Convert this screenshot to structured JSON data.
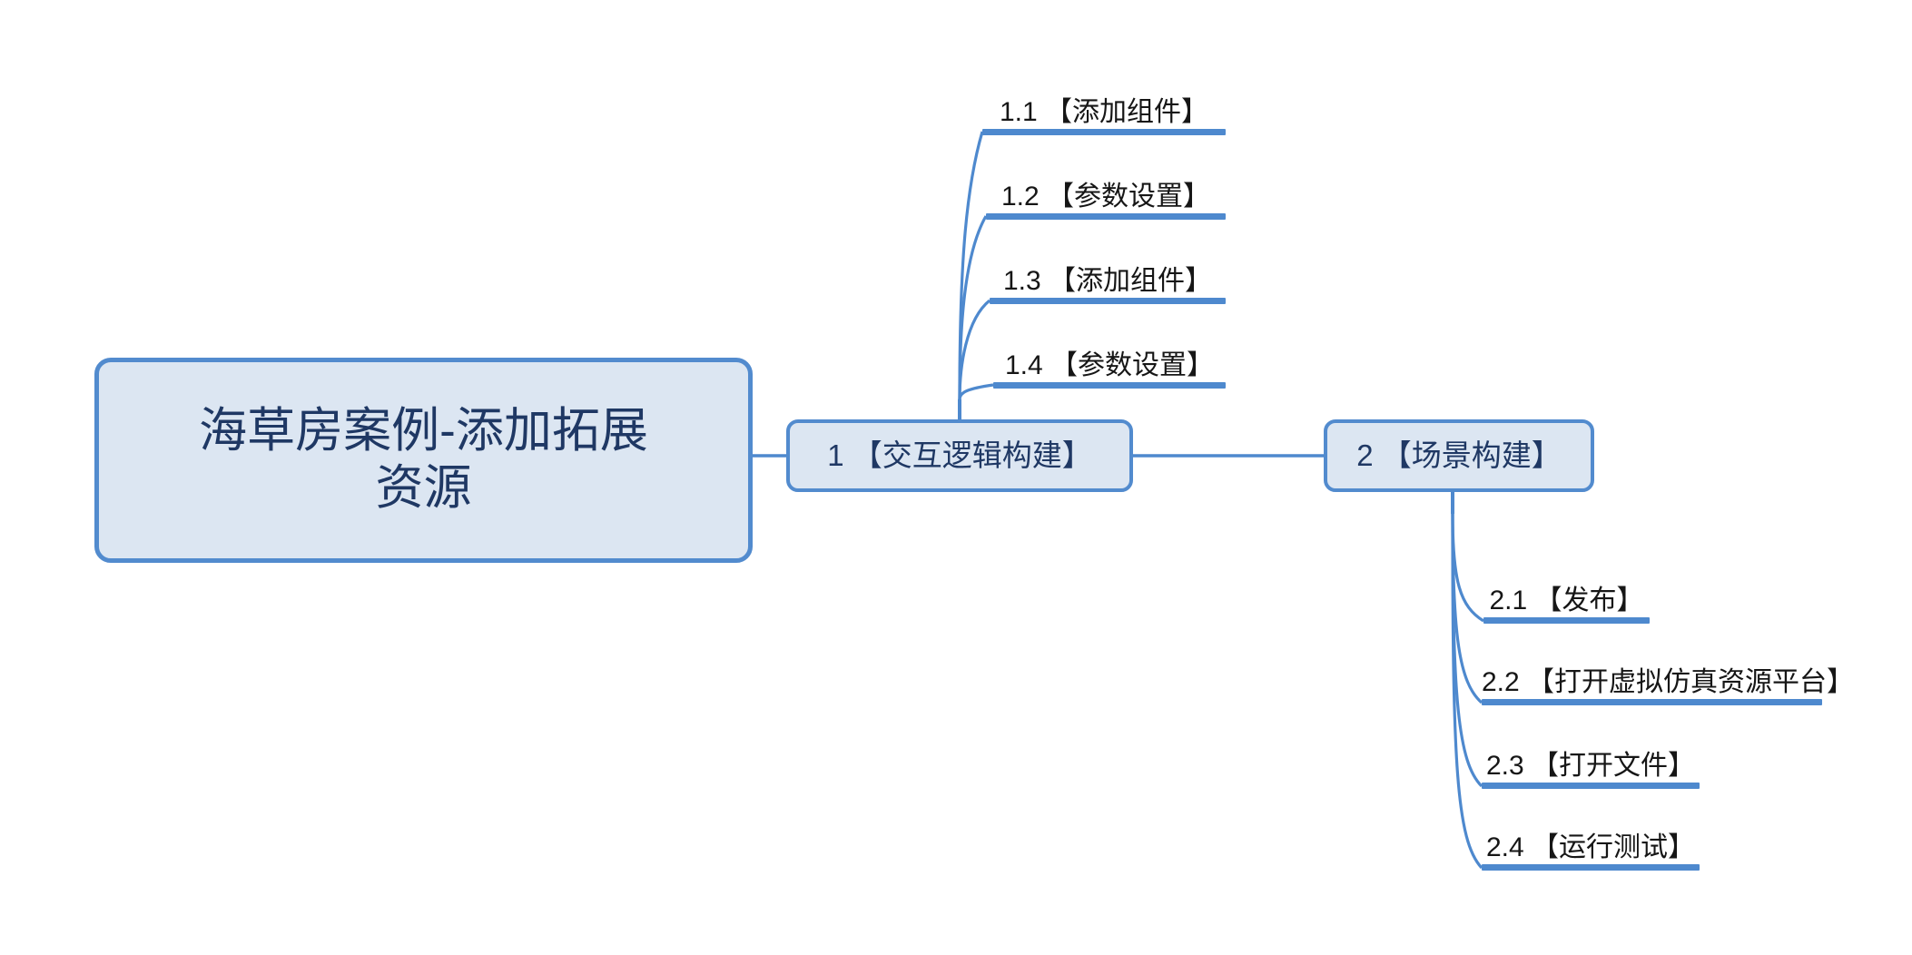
{
  "diagram": {
    "type": "mindmap",
    "title": "海草房案例-添加拓展资源",
    "background_color": "#ffffff",
    "colors": {
      "node_fill": "#dce6f2",
      "node_border": "#528bce",
      "node_text": "#1f3864",
      "leaf_text": "#161616",
      "leaf_underline": "#4e89ce",
      "connector": "#4e89ce"
    },
    "root": {
      "label": "海草房案例-添加拓展\n资源",
      "label_plain": "海草房案例-添加拓展资源"
    },
    "branches": [
      {
        "id": "1",
        "label": "1 【交互逻辑构建】",
        "children": [
          {
            "id": "1.1",
            "label": "1.1 【添加组件】"
          },
          {
            "id": "1.2",
            "label": "1.2 【参数设置】"
          },
          {
            "id": "1.3",
            "label": "1.3 【添加组件】"
          },
          {
            "id": "1.4",
            "label": "1.4 【参数设置】"
          }
        ]
      },
      {
        "id": "2",
        "label": "2 【场景构建】",
        "children": [
          {
            "id": "2.1",
            "label": "2.1 【发布】"
          },
          {
            "id": "2.2",
            "label": "2.2 【打开虚拟仿真资源平台】"
          },
          {
            "id": "2.3",
            "label": "2.3 【打开文件】"
          },
          {
            "id": "2.4",
            "label": "2.4 【运行测试】"
          }
        ]
      }
    ]
  }
}
